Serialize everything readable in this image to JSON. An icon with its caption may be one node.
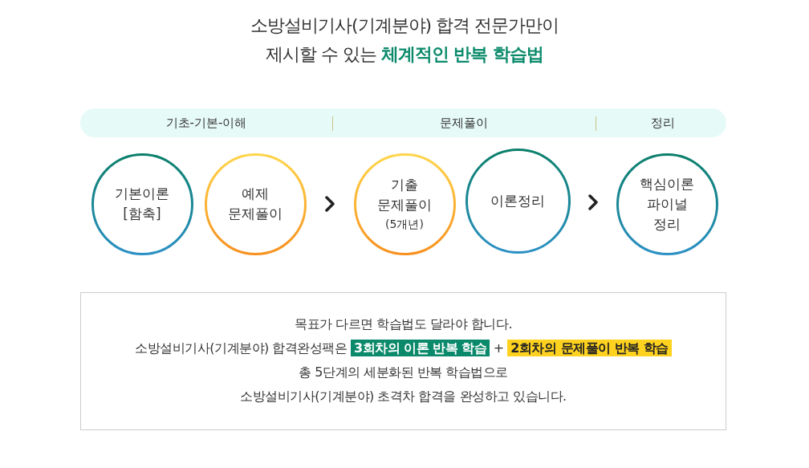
{
  "diagram": {
    "title": "소방설비기사(기계분야) 합격 전문가만이 제시할 수 있는 **체계적인 반복 학습법**",
    "nodes": [
      {
        "text": [
          "기초-기본-이해",
          "문제풀이",
          "정리"
        ]
      },
      {
        "text": [
          "기본이론 [함축]"
        ]
      },
      {
        "text": [
          "예제 문제풀이"
        ]
      },
      {
        "text": [
          "기출 문제풀이",
          "(5개년)"
        ]
      },
      {
        "text": [
          "이론정리"
        ]
      },
      {
        "text": [
          "핵심이론 파이널 정리"
        ]
      }
    ],
    "edges": [
      {
        "from": 2,
        "to": 3,
        "arrow": "to"
      },
      {
        "from": 4,
        "to": 5,
        "arrow": "to"
      }
    ],
    "labels": [
      "목표가 다르면 학습법도 달라야 합니다.",
      "소방설비기사(기계분야) 합격완성팩은 **3회차의 이론 반복 학습** + **2회차의 문제풀이 반복 학습**",
      "총 5단계의 세분화된 반복 학습법으로",
      "소방설비기사(기계분야) 초격차 합격을 완성하고 있습니다."
    ]
  }
}
